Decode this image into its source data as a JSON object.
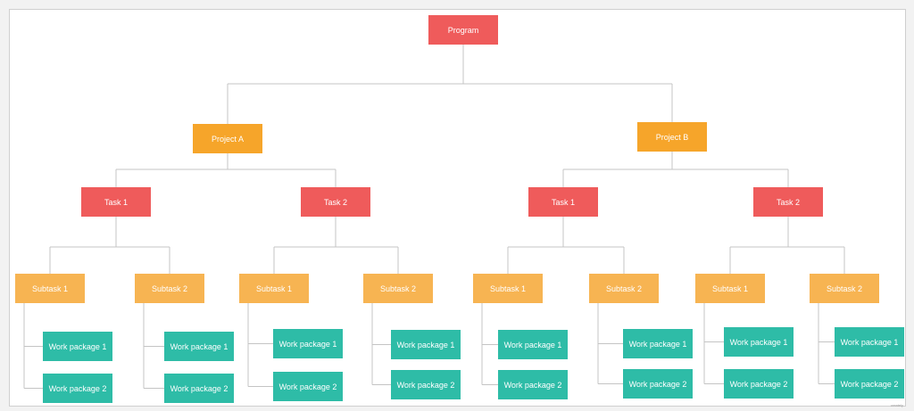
{
  "diagram": {
    "type": "work-breakdown-structure",
    "colors": {
      "program": "#ef5b5b",
      "project": "#f6a52a",
      "task": "#ef5b5b",
      "subtask": "#f7b452",
      "work_package": "#2ebca7",
      "connector": "#c4c4c4"
    },
    "root": {
      "label": "Program",
      "children": [
        {
          "label": "Project A",
          "children": [
            {
              "label": "Task 1",
              "children": [
                {
                  "label": "Subtask 1",
                  "children": [
                    {
                      "label": "Work package 1"
                    },
                    {
                      "label": "Work package 2"
                    }
                  ]
                },
                {
                  "label": "Subtask 2",
                  "children": [
                    {
                      "label": "Work package 1"
                    },
                    {
                      "label": "Work package 2"
                    }
                  ]
                }
              ]
            },
            {
              "label": "Task 2",
              "children": [
                {
                  "label": "Subtask 1",
                  "children": [
                    {
                      "label": "Work package 1"
                    },
                    {
                      "label": "Work package 2"
                    }
                  ]
                },
                {
                  "label": "Subtask 2",
                  "children": [
                    {
                      "label": "Work package 1"
                    },
                    {
                      "label": "Work package 2"
                    }
                  ]
                }
              ]
            }
          ]
        },
        {
          "label": "Project B",
          "children": [
            {
              "label": "Task 1",
              "children": [
                {
                  "label": "Subtask 1",
                  "children": [
                    {
                      "label": "Work package 1"
                    },
                    {
                      "label": "Work package 2"
                    }
                  ]
                },
                {
                  "label": "Subtask 2",
                  "children": [
                    {
                      "label": "Work package 1"
                    },
                    {
                      "label": "Work package 2"
                    }
                  ]
                }
              ]
            },
            {
              "label": "Task 2",
              "children": [
                {
                  "label": "Subtask 1",
                  "children": [
                    {
                      "label": "Work package 1"
                    },
                    {
                      "label": "Work package 2"
                    }
                  ]
                },
                {
                  "label": "Subtask 2",
                  "children": [
                    {
                      "label": "Work package 1"
                    },
                    {
                      "label": "Work package 2"
                    }
                  ]
                }
              ]
            }
          ]
        }
      ]
    }
  },
  "footer": {
    "watermark": "creately"
  }
}
